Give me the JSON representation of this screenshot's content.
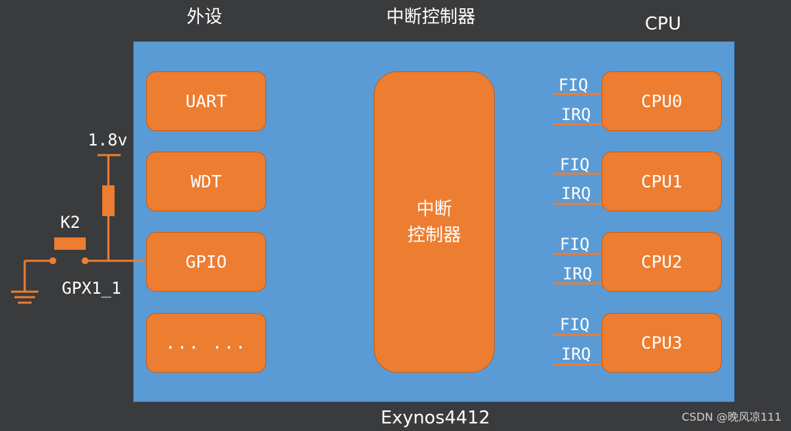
{
  "headers": {
    "peripherals": "外设",
    "controller": "中断控制器",
    "cpu": "CPU"
  },
  "peripherals": [
    {
      "label": "UART"
    },
    {
      "label": "WDT"
    },
    {
      "label": "GPIO"
    },
    {
      "label": "... ..."
    }
  ],
  "controller_box": {
    "line1": "中断",
    "line2": "控制器"
  },
  "cpus": [
    {
      "label": "CPU0",
      "fiq": "FIQ",
      "irq": "IRQ"
    },
    {
      "label": "CPU1",
      "fiq": "FIQ",
      "irq": "IRQ"
    },
    {
      "label": "CPU2",
      "fiq": "FIQ",
      "irq": "IRQ"
    },
    {
      "label": "CPU3",
      "fiq": "FIQ",
      "irq": "IRQ"
    }
  ],
  "circuit": {
    "voltage": "1.8v",
    "switch": "K2",
    "pin": "GPX1_1"
  },
  "chip_name": "Exynos4412",
  "watermark": "CSDN @晚风凉111",
  "colors": {
    "background": "#3a3b3d",
    "chip": "#5b9bd5",
    "block": "#ed7d31",
    "text": "#ffffff"
  }
}
